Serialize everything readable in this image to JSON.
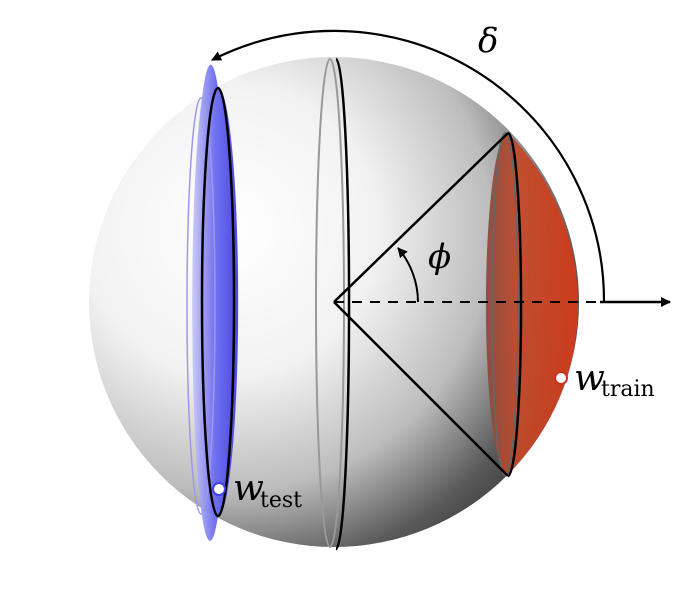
{
  "labels": {
    "delta": "δ",
    "phi": "ϕ",
    "w_train_main": "w",
    "w_train_sub": "train",
    "w_test_main": "w",
    "w_test_sub": "test"
  },
  "colors": {
    "train_cap": "#c8321e",
    "test_band": "#5050e6",
    "line": "#000000",
    "background": "#ffffff"
  }
}
